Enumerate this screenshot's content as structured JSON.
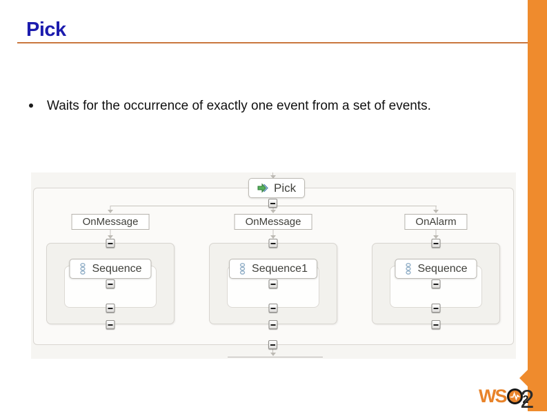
{
  "slide": {
    "title": "Pick",
    "bullets": [
      "Waits for the occurrence of exactly one event from a set of events."
    ],
    "page_number": "2"
  },
  "footer_logo": {
    "ws": "WS",
    "sub2": "2"
  },
  "diagram": {
    "pick_label": "Pick",
    "branches": [
      {
        "event_label": "OnMessage",
        "sequence_label": "Sequence"
      },
      {
        "event_label": "OnMessage",
        "sequence_label": "Sequence1"
      },
      {
        "event_label": "OnAlarm",
        "sequence_label": "Sequence"
      }
    ]
  },
  "colors": {
    "title_blue": "#1c1cae",
    "title_underline_orange": "#c9763d",
    "accent_bar_orange": "#ef8b2d",
    "logo_orange": "#e8832a",
    "body_text": "#111111",
    "diagram_text": "#3f3f3a",
    "diagram_panel_bg": "#f6f5f2",
    "connector_gray": "#c6c3be",
    "pick_icon_green": "#57b05c",
    "sequence_icon_blue": "#8fadc6"
  }
}
